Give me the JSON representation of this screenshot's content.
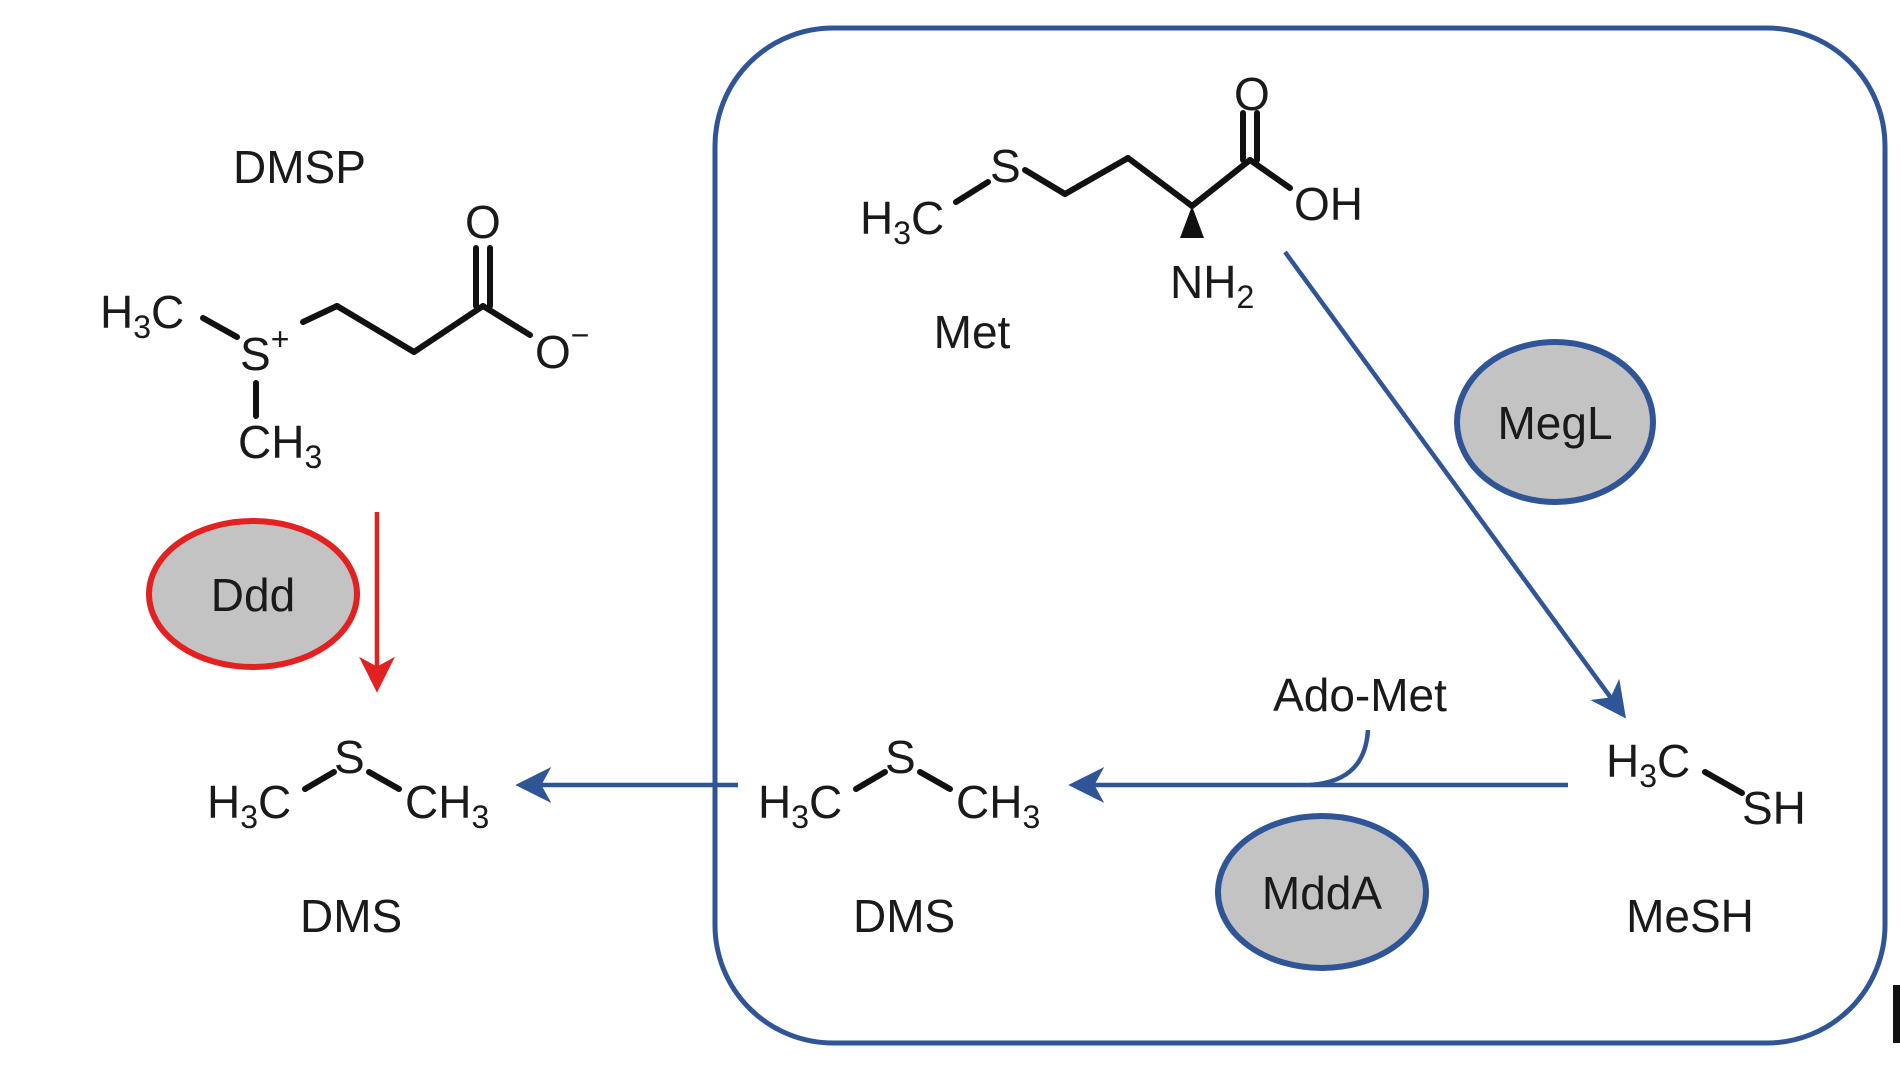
{
  "colors": {
    "pathway_blue": "#2f5597",
    "ddd_red": "#e32121",
    "enzyme_fill": "#c3c3c3",
    "text": "#1a1a1a"
  },
  "compounds": {
    "dmsp": {
      "name": "DMSP"
    },
    "met": {
      "name": "Met",
      "oh": "OH"
    },
    "dms_out": {
      "name": "DMS"
    },
    "dms_in": {
      "name": "DMS"
    },
    "mesh": {
      "name": "MeSH",
      "sh": "SH"
    }
  },
  "enzymes": {
    "ddd": "Ddd",
    "megl": "MegL",
    "mdda": "MddA"
  },
  "cofactor": {
    "adomet": "Ado-Met"
  },
  "atoms": {
    "h": "H",
    "c": "C",
    "s": "S",
    "o": "O",
    "n": "N",
    "three": "3",
    "two": "2",
    "plus": "+",
    "minus": "−"
  }
}
